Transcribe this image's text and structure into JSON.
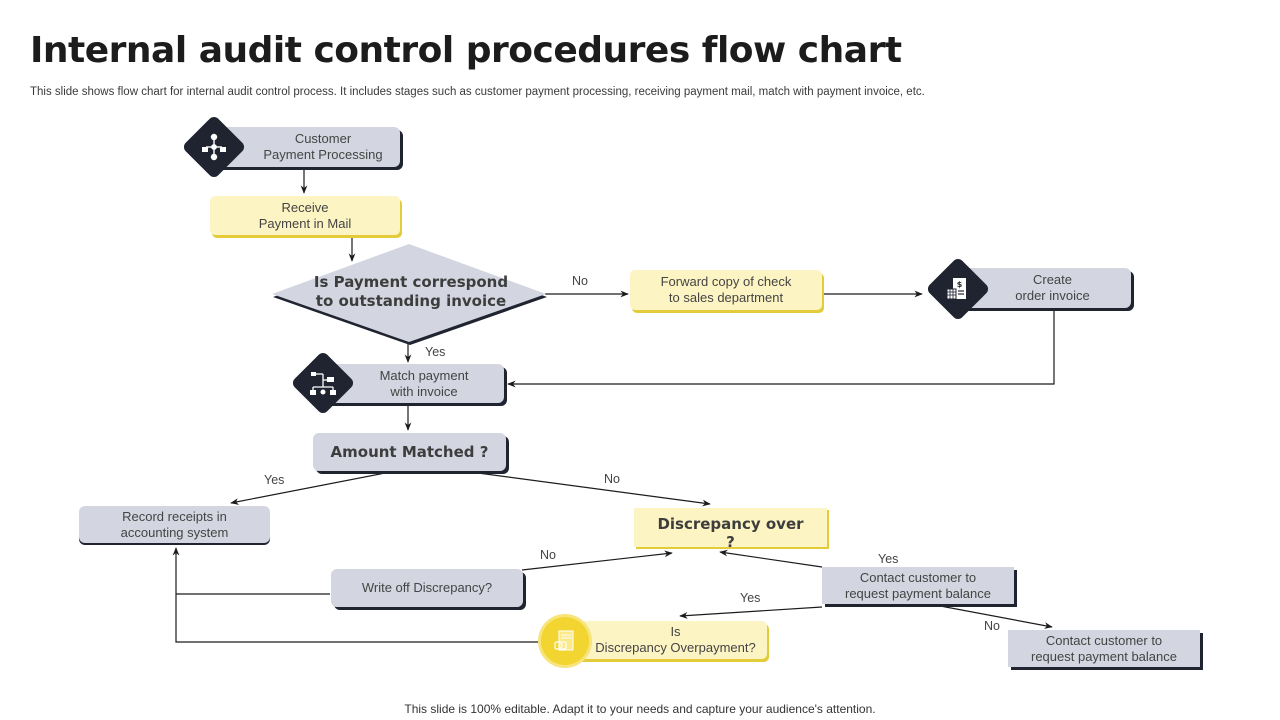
{
  "header": {
    "title": "Internal audit control procedures flow chart",
    "subtitle": "This slide shows flow chart for internal audit control process. It includes stages such as customer payment processing, receiving payment mail, match with payment invoice, etc."
  },
  "nodes": {
    "customer_payment": {
      "line1": "Customer",
      "line2": "Payment Processing",
      "icon": "hierarchy-icon"
    },
    "receive_payment": {
      "line1": "Receive",
      "line2": "Payment in Mail"
    },
    "is_payment_correspond": {
      "line1": "Is Payment correspond",
      "line2": "to outstanding invoice"
    },
    "forward_copy": {
      "line1": "Forward copy of check",
      "line2": "to sales department"
    },
    "create_invoice": {
      "line1": "Create",
      "line2": "order invoice",
      "icon": "invoice-dollar-icon"
    },
    "match_payment": {
      "line1": "Match payment",
      "line2": "with invoice",
      "icon": "org-chart-icon"
    },
    "amount_matched": {
      "text": "Amount Matched ?"
    },
    "record_receipts": {
      "line1": "Record receipts in",
      "line2": "accounting system"
    },
    "discrepancy_over": {
      "line1": "Discrepancy over",
      "line2": "?"
    },
    "write_off": {
      "text": "Write off Discrepancy?"
    },
    "contact_customer_1": {
      "line1": "Contact customer to",
      "line2": "request payment balance"
    },
    "is_overpayment": {
      "line1": "Is",
      "line2": "Discrepancy Overpayment?",
      "icon": "document-money-icon"
    },
    "contact_customer_2": {
      "line1": "Contact customer to",
      "line2": "request payment balance"
    }
  },
  "edge_labels": {
    "correspond_no": "No",
    "correspond_yes": "Yes",
    "amount_yes": "Yes",
    "amount_no": "No",
    "writeoff_no": "No",
    "contact_yes_top": "Yes",
    "contact_yes_left": "Yes",
    "contact_no": "No"
  },
  "footer": {
    "text": "This slide is 100% editable. Adapt it to your needs and capture your audience's attention."
  },
  "colors": {
    "gray_fill": "#d3d6e0",
    "dark_navy": "#1f2430",
    "yellow_fill": "#fdf4c4",
    "yellow_accent": "#f2d530"
  }
}
